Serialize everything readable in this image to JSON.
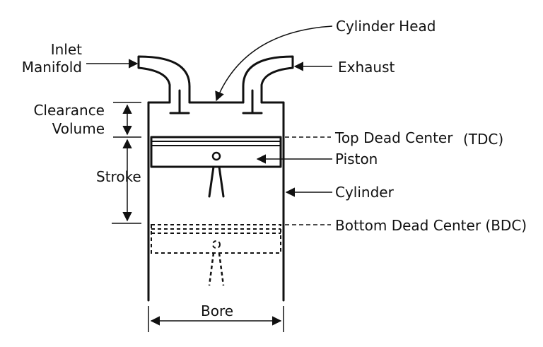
{
  "labels": {
    "inlet_line1": "Inlet",
    "inlet_line2": "Manifold",
    "cylinder_head": "Cylinder Head",
    "exhaust": "Exhaust",
    "clearance_line1": "Clearance",
    "clearance_line2": "Volume",
    "stroke": "Stroke",
    "tdc": "Top Dead Center",
    "tdc_abbr": "(TDC)",
    "piston": "Piston",
    "cylinder": "Cylinder",
    "bdc": "Bottom Dead Center (BDC)",
    "bore": "Bore"
  },
  "colors": {
    "ink": "#111111",
    "background": "#ffffff"
  }
}
